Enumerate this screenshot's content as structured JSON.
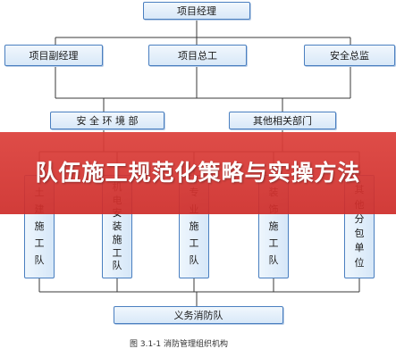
{
  "diagram": {
    "top": "项目经理",
    "level2": [
      "项目副经理",
      "项目总工",
      "安全总监"
    ],
    "level3": [
      "安 全 环 境 部",
      "其他相关部门"
    ],
    "teams": [
      [
        "土",
        "建",
        "施",
        "工",
        "队"
      ],
      [
        "机",
        "电",
        "安",
        "装",
        "施",
        "工",
        "队"
      ],
      [
        "专",
        "业",
        "施",
        "工",
        "队"
      ],
      [
        "装",
        "饰",
        "施",
        "工",
        "队"
      ],
      [
        "其",
        "他",
        "分",
        "包",
        "单",
        "位"
      ]
    ],
    "bottom": "义务消防队",
    "caption": "图 3.1-1    消防管理组织机构"
  },
  "banner": {
    "title": "队伍施工规范化策略与实操方法"
  },
  "colors": {
    "box_border": "#4a7fc0",
    "box_fill": "#dce9f7",
    "banner": "#d8403c"
  }
}
